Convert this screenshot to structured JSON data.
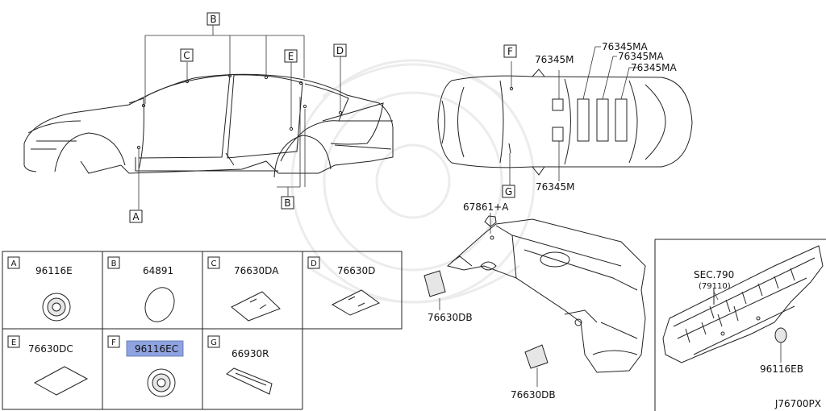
{
  "callouts": {
    "a": "A",
    "b": "B",
    "c": "C",
    "d": "D",
    "e": "E",
    "f": "F",
    "g": "G"
  },
  "top_right_parts": {
    "p76345m_top": "76345M",
    "p76345ma_1": "76345MA",
    "p76345ma_2": "76345MA",
    "p76345ma_3": "76345MA",
    "p76345m_bottom": "76345M"
  },
  "rear_parts": {
    "p67861a": "67861+A",
    "p76630db_left": "76630DB",
    "p76630db_bottom": "76630DB"
  },
  "panel_parts": {
    "sec_ref": "SEC.790",
    "sec_sub": "(79110)",
    "p96116eb": "96116EB"
  },
  "legend": [
    {
      "key": "A",
      "part": "96116E"
    },
    {
      "key": "B",
      "part": "64891"
    },
    {
      "key": "C",
      "part": "76630DA"
    },
    {
      "key": "D",
      "part": "76630D"
    },
    {
      "key": "E",
      "part": "76630DC"
    },
    {
      "key": "F",
      "part": "96116EC",
      "highlighted": true
    },
    {
      "key": "G",
      "part": "66930R"
    }
  ],
  "highlight_color": "#8fa3e0",
  "diagram_id": "J76700PX"
}
